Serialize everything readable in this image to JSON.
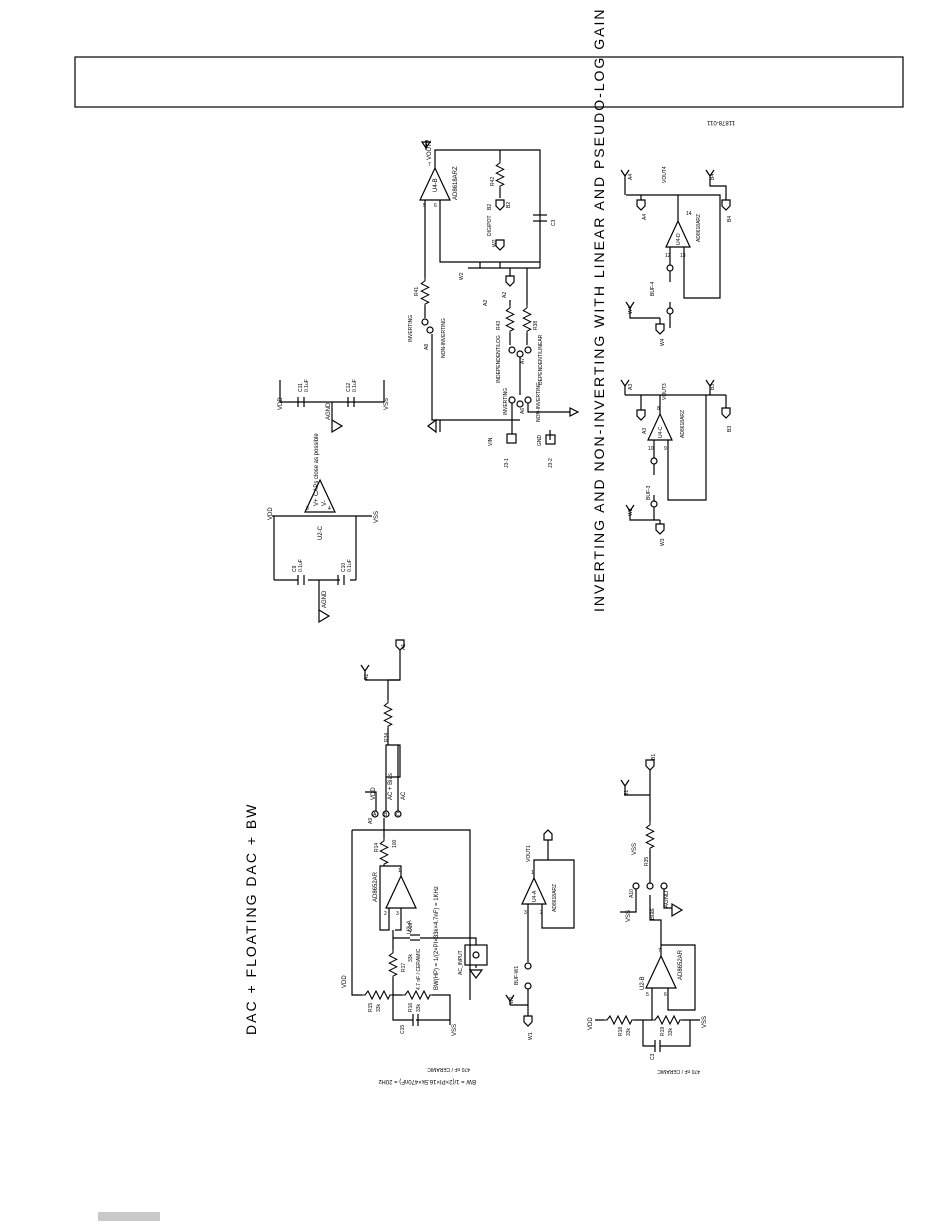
{
  "titles": {
    "left": "DAC + FLOATING DAC + BW",
    "right": "INVERTING AND NON-INVERTING WITH LINEAR AND PSEUDO-LOG GAIN"
  },
  "figure_id": "11878-011",
  "caps_section": {
    "note": "CAPs close as possible",
    "opamp": "U2-C",
    "pin_plus": "V+",
    "pin_minus": "V-",
    "pin8": "8",
    "pin4": "4",
    "vdd": "VDD",
    "vss": "VSS",
    "agnd": "AGND",
    "c9": "C9",
    "c9_val": "0.1uF",
    "c10": "C10",
    "c10_val": "0.1uF",
    "c11": "C11",
    "c11_val": "0.1uF",
    "c12": "C12",
    "c12_val": "0.1uF"
  },
  "main_circuit": {
    "opamp": "U4-B",
    "part": "AD8618ARZ",
    "pin5": "5",
    "pin6": "6",
    "pin7": "7",
    "vout": "VOUT2",
    "r41": "R41",
    "r42": "R42",
    "r43": "R43",
    "r38": "R38",
    "b2": "B2",
    "w2": "W2",
    "a2": "A2",
    "digipot": "DIGIPOT",
    "c": "C3",
    "inverting": "INVERTING",
    "non_inverting": "NON-INVERTING",
    "a8": "A8",
    "a7": "A7",
    "a6": "A6",
    "ind_log": "INDEPENDENT/LOG",
    "dep_lin": "DEPENDENT/LINEAR",
    "vin": "VIN",
    "gnd": "GND",
    "j3_1": "J3-1",
    "j3_2": "J3-2"
  },
  "buf3": {
    "opamp": "U4-C",
    "part": "AD8618ARZ",
    "pin8": "8",
    "pin9": "9",
    "pin10": "10",
    "vout": "VOUT3",
    "a3": "A3",
    "b3": "B3",
    "w3": "W3",
    "buf": "BUF-3"
  },
  "buf4": {
    "opamp": "U4-D",
    "part": "AD8618ARZ",
    "pin12": "12",
    "pin13": "13",
    "pin14": "14",
    "vout": "VOUT4",
    "a4": "A4",
    "b4": "B4",
    "w4": "W4",
    "buf": "BUF-4"
  },
  "dac_circuit": {
    "opamp": "U2-A",
    "part": "AD8652AR",
    "pin1": "1",
    "pin2": "2",
    "pin3": "3",
    "r14": "R14",
    "r14_val": "100",
    "r15": "R15",
    "r15_val": "33k",
    "r16": "R16",
    "r16_val": "33k",
    "r17": "R17",
    "r17_val": "33k",
    "r34": "R34",
    "c15": "C15",
    "c15_val": "470 nF / CERAMIC",
    "c16": "C16",
    "c16_val": "4.7 nF / CERAMIC",
    "bw_hp": "BW(HP) = 1/(2×PI×33k×4.7nF) = 1KHz",
    "bw": "BW = 1/(2×PI×16.5k×470nF) = 20Hz",
    "ac_input": "AC_INPUT",
    "a9": "A9",
    "jp_a": "A",
    "jp_b": "B",
    "jp_c": "C",
    "ac_bias": "AC + Bias",
    "ac": "AC",
    "vdd": "VDD",
    "vss": "VSS",
    "a1_label": "A1",
    "a1_port": "A1"
  },
  "buf1": {
    "opamp": "U4-A",
    "part": "AD8618ARZ",
    "pin1": "1",
    "pin2": "2",
    "pin3": "3",
    "vout": "VOUT1",
    "w1": "W1",
    "w1_port": "W1",
    "buf": "BUF-W1"
  },
  "floating_dac": {
    "opamp": "U2-B",
    "part": "AD8652AR",
    "pin5": "5",
    "pin6": "6",
    "pin7": "7",
    "r18": "R18",
    "r18_val": "33k",
    "r19": "R19",
    "r19_val": "33k",
    "r35": "R35",
    "c3": "C3",
    "c3_val": "470 nF / CERAMIC",
    "a10": "A10",
    "bias": "Bias",
    "vss": "VSS",
    "vdd": "VDD",
    "agnd": "AGND",
    "b1": "B1",
    "b1_port": "B1"
  }
}
